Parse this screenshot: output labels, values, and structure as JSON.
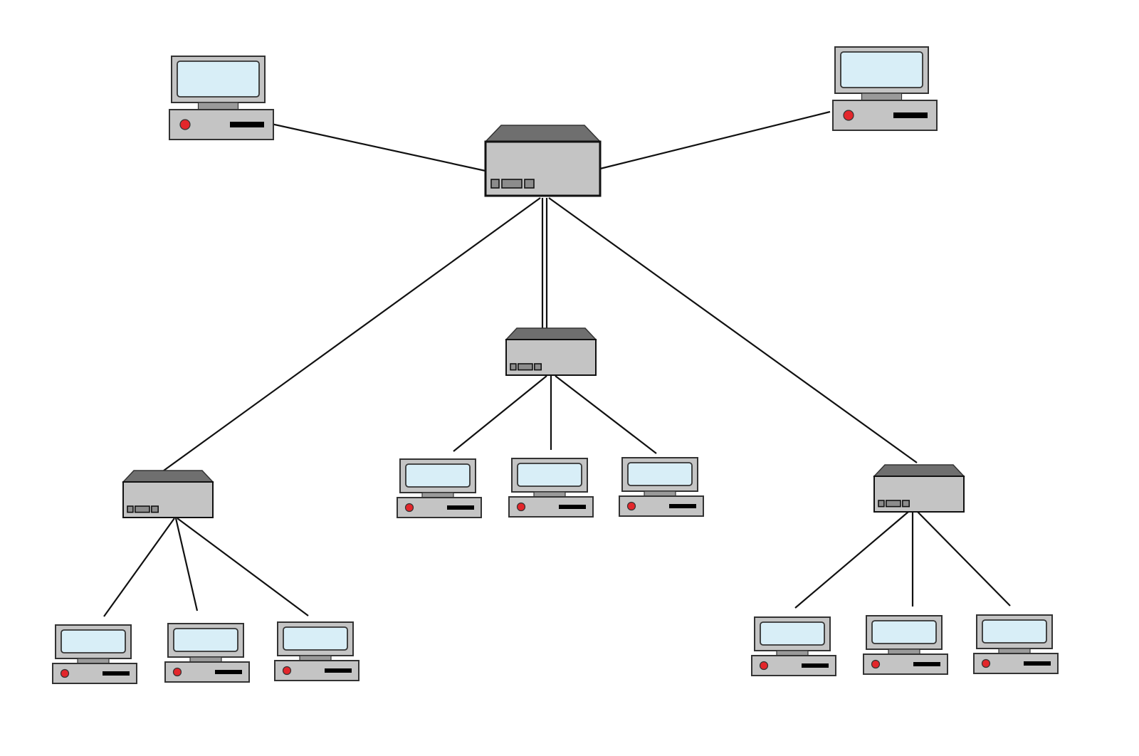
{
  "diagram": {
    "type": "network-topology",
    "style": "tree",
    "colors": {
      "background": "#ffffff",
      "line": "#111111",
      "device_body": "#c4c4c4",
      "device_top": "#6f6f6f",
      "screen": "#d8eef7",
      "power_led": "#e3262b",
      "drive_slot": "#000000"
    },
    "nodes": [
      {
        "id": "hub-root",
        "kind": "hub",
        "icon": "network-hub-icon"
      },
      {
        "id": "hub-left",
        "kind": "hub",
        "icon": "network-hub-icon"
      },
      {
        "id": "hub-center",
        "kind": "hub",
        "icon": "network-hub-icon"
      },
      {
        "id": "hub-right",
        "kind": "hub",
        "icon": "network-hub-icon"
      },
      {
        "id": "pc-top-left",
        "kind": "computer",
        "icon": "desktop-computer-icon"
      },
      {
        "id": "pc-top-right",
        "kind": "computer",
        "icon": "desktop-computer-icon"
      },
      {
        "id": "pc-left-1",
        "kind": "computer",
        "icon": "desktop-computer-icon"
      },
      {
        "id": "pc-left-2",
        "kind": "computer",
        "icon": "desktop-computer-icon"
      },
      {
        "id": "pc-left-3",
        "kind": "computer",
        "icon": "desktop-computer-icon"
      },
      {
        "id": "pc-center-1",
        "kind": "computer",
        "icon": "desktop-computer-icon"
      },
      {
        "id": "pc-center-2",
        "kind": "computer",
        "icon": "desktop-computer-icon"
      },
      {
        "id": "pc-center-3",
        "kind": "computer",
        "icon": "desktop-computer-icon"
      },
      {
        "id": "pc-right-1",
        "kind": "computer",
        "icon": "desktop-computer-icon"
      },
      {
        "id": "pc-right-2",
        "kind": "computer",
        "icon": "desktop-computer-icon"
      },
      {
        "id": "pc-right-3",
        "kind": "computer",
        "icon": "desktop-computer-icon"
      }
    ],
    "links": [
      {
        "from": "hub-root",
        "to": "pc-top-left",
        "style": "single"
      },
      {
        "from": "hub-root",
        "to": "pc-top-right",
        "style": "single"
      },
      {
        "from": "hub-root",
        "to": "hub-left",
        "style": "single"
      },
      {
        "from": "hub-root",
        "to": "hub-center",
        "style": "double"
      },
      {
        "from": "hub-root",
        "to": "hub-right",
        "style": "single"
      },
      {
        "from": "hub-left",
        "to": "pc-left-1",
        "style": "single"
      },
      {
        "from": "hub-left",
        "to": "pc-left-2",
        "style": "single"
      },
      {
        "from": "hub-left",
        "to": "pc-left-3",
        "style": "single"
      },
      {
        "from": "hub-center",
        "to": "pc-center-1",
        "style": "single"
      },
      {
        "from": "hub-center",
        "to": "pc-center-2",
        "style": "single"
      },
      {
        "from": "hub-center",
        "to": "pc-center-3",
        "style": "single"
      },
      {
        "from": "hub-right",
        "to": "pc-right-1",
        "style": "single"
      },
      {
        "from": "hub-right",
        "to": "pc-right-2",
        "style": "single"
      },
      {
        "from": "hub-right",
        "to": "pc-right-3",
        "style": "single"
      }
    ]
  }
}
